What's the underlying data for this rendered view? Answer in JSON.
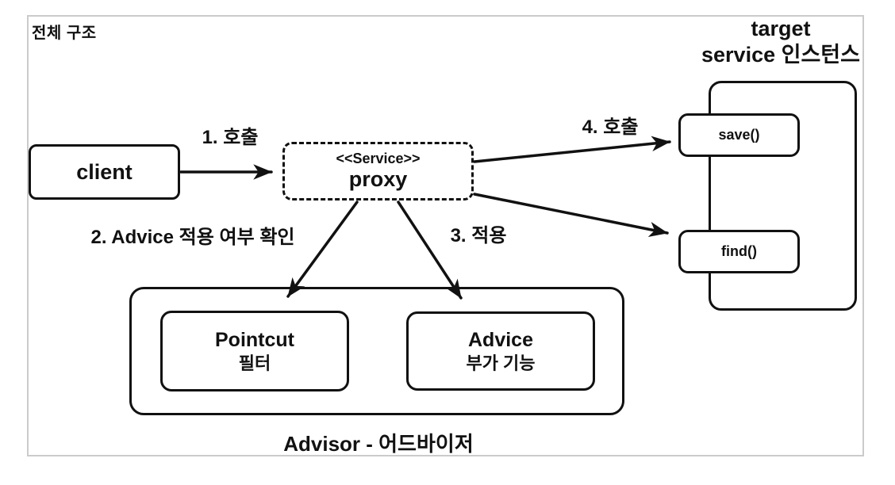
{
  "frame": {
    "title": "전체 구조",
    "border_color": "#cbcbcb",
    "background": "#ffffff",
    "stroke_color": "#111111"
  },
  "nodes": {
    "client": {
      "label": "client"
    },
    "proxy": {
      "stereotype": "<<Service>>",
      "name": "proxy"
    },
    "target": {
      "title_line1": "target",
      "title_line2": "service 인스턴스",
      "methods": [
        {
          "label": "save()"
        },
        {
          "label": "find()"
        }
      ]
    },
    "advisor": {
      "caption": "Advisor - 어드바이저",
      "pointcut": {
        "title": "Pointcut",
        "subtitle": "필터"
      },
      "advice": {
        "title": "Advice",
        "subtitle": "부가 기능"
      }
    }
  },
  "edge_labels": {
    "call1": "1. 호출",
    "check2": "2. Advice 적용 여부 확인",
    "apply3": "3. 적용",
    "call4": "4. 호출"
  }
}
